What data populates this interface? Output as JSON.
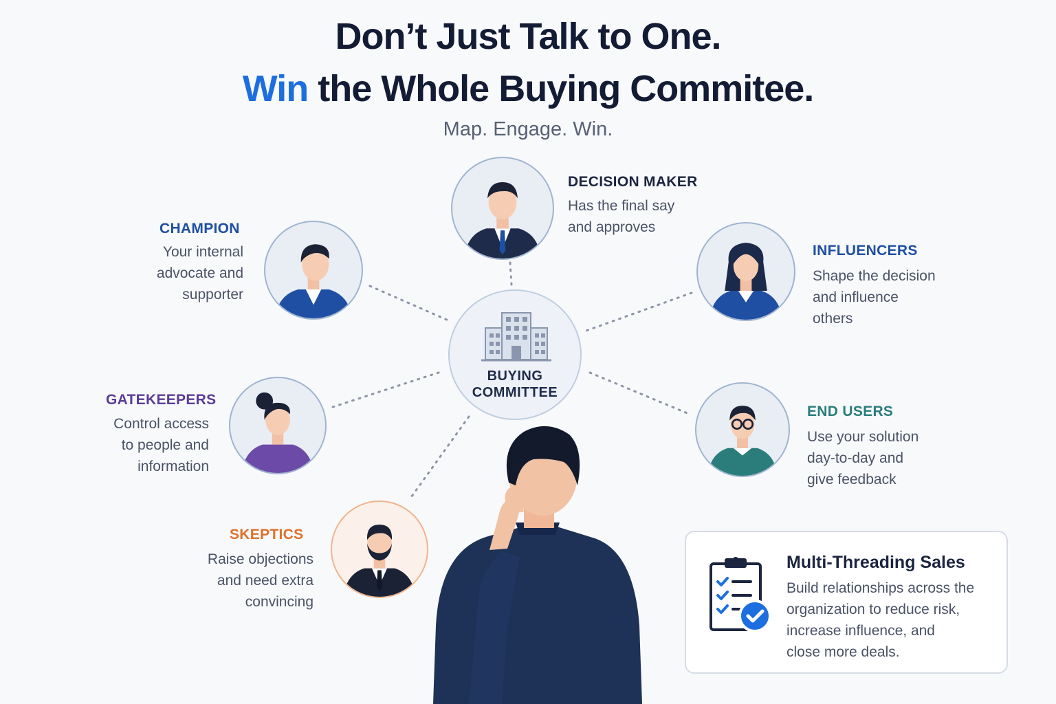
{
  "title": {
    "line1": "Don’t Just Talk to One.",
    "line2_accent": "Win",
    "line2_rest": " the Whole Buying Commitee."
  },
  "subtitle": "Map. Engage. Win.",
  "hub": {
    "line1": "BUYING",
    "line2": "COMMITTEE"
  },
  "roles": {
    "decision_maker": {
      "title": "DECISION MAKER",
      "desc": [
        "Has the final say",
        "and approves"
      ]
    },
    "champion": {
      "title": "CHAMPION",
      "desc": [
        "Your internal",
        "advocate and",
        "supporter"
      ]
    },
    "influencers": {
      "title": "INFLUENCERS",
      "desc": [
        "Shape the decision",
        "and influence",
        "others"
      ]
    },
    "gatekeepers": {
      "title": "GATEKEEPERS",
      "desc": [
        "Control access",
        "to people and",
        "information"
      ]
    },
    "end_users": {
      "title": "END USERS",
      "desc": [
        "Use your solution",
        "day-to-day and",
        "give feedback"
      ]
    },
    "skeptics": {
      "title": "SKEPTICS",
      "desc": [
        "Raise objections",
        "and need extra",
        "convincing"
      ]
    }
  },
  "card": {
    "title": "Multi-Threading Sales",
    "body": [
      "Build relationships across the",
      "organization to reduce risk,",
      "increase influence, and",
      "close more deals."
    ]
  },
  "colors": {
    "accent": "#1d6fe0",
    "decision_maker": "#1b2540",
    "champion": "#1f4fa3",
    "influencers": "#1f4fa3",
    "gatekeepers": "#5b3c96",
    "end_users": "#2a7d7b",
    "skeptics": "#e0702a"
  },
  "icons": {
    "hub": "office-building-icon",
    "card": "clipboard-checklist-icon"
  }
}
